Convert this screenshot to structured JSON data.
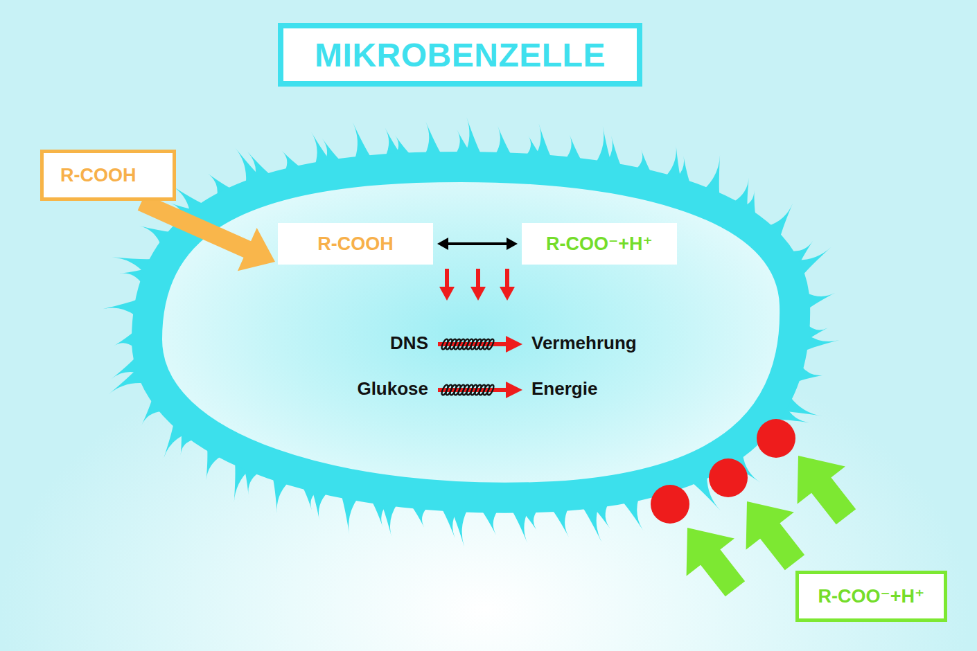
{
  "diagram": {
    "title": "MIKROBENZELLE",
    "nodes": [
      {
        "text": [
          "R-COOH"
        ]
      },
      {
        "text": [
          "R-COOH"
        ]
      },
      {
        "text": [
          "R-COO⁻+H⁺"
        ]
      },
      {
        "text": [
          "R-COO⁻+H⁺"
        ]
      }
    ],
    "edges": [
      {
        "from": 0,
        "to": 1,
        "arrow": "to"
      },
      {
        "from": 1,
        "to": 2,
        "arrow": "both"
      }
    ],
    "labels": [
      "DNS",
      "Vermehrung",
      "Glukose",
      "Energie"
    ]
  }
}
